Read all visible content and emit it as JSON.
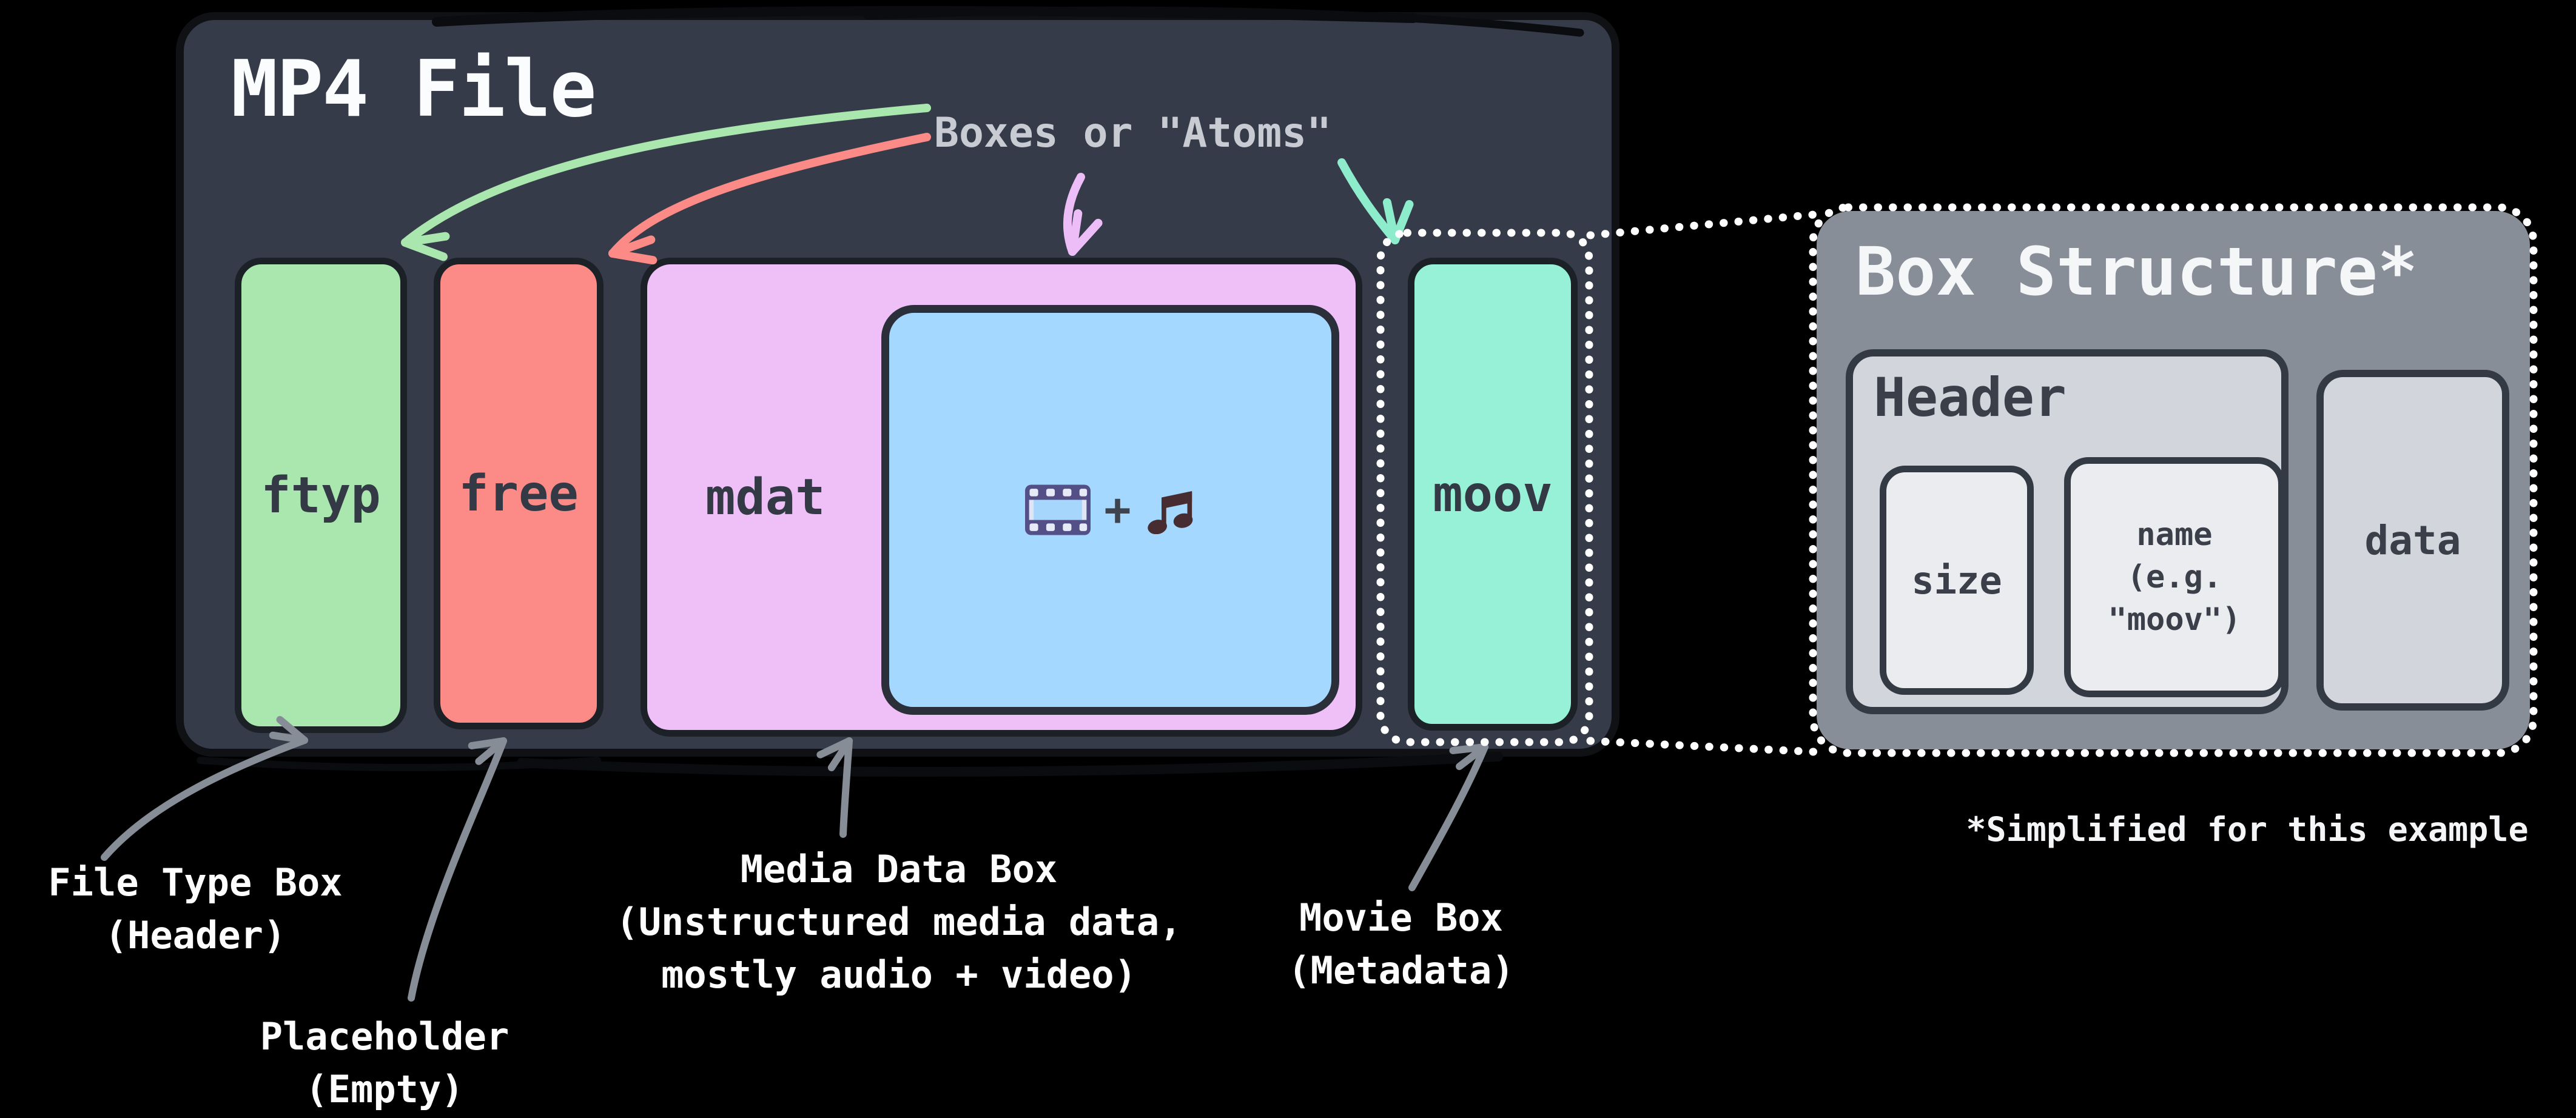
{
  "file_panel": {
    "title": "MP4 File",
    "boxes": [
      {
        "id": "ftyp",
        "label": "ftyp"
      },
      {
        "id": "free",
        "label": "free"
      },
      {
        "id": "mdat",
        "label": "mdat"
      },
      {
        "id": "moov",
        "label": "moov"
      }
    ],
    "media_content": {
      "plus_sign": "+",
      "icons": [
        "film-strip-icon",
        "music-note-icon"
      ]
    }
  },
  "atoms_callout": {
    "label": "Boxes or \"Atoms\""
  },
  "box_structure_panel": {
    "title": "Box Structure*",
    "header_label": "Header",
    "size_label": "size",
    "name_lines": [
      "name",
      "(e.g.",
      "\"moov\")"
    ],
    "data_label": "data",
    "footnote": "*Simplified for this example"
  },
  "annotations": {
    "ftyp": [
      "File Type Box",
      "(Header)"
    ],
    "free": [
      "Placeholder",
      "(Empty)"
    ],
    "mdat": [
      "Media Data Box",
      "(Unstructured media data,",
      "mostly audio + video)"
    ],
    "moov": [
      "Movie Box",
      "(Metadata)"
    ]
  },
  "colors": {
    "background": "#000000",
    "container": "#353b48",
    "ftyp": "#a9e7ae",
    "free": "#fc8a86",
    "mdat": "#efbff8",
    "media_inner": "#a5d8fe",
    "moov": "#96f1d6",
    "panel": "#878e97",
    "header_box": "#d2d6dc",
    "field_box": "#eaecef",
    "arrow_green": "#a9e7ae",
    "arrow_red": "#fc8a86",
    "arrow_pink": "#edbdf7",
    "arrow_teal": "#8deccc",
    "arrow_gray": "#868d96",
    "dotted_outline": "#ffffff"
  }
}
